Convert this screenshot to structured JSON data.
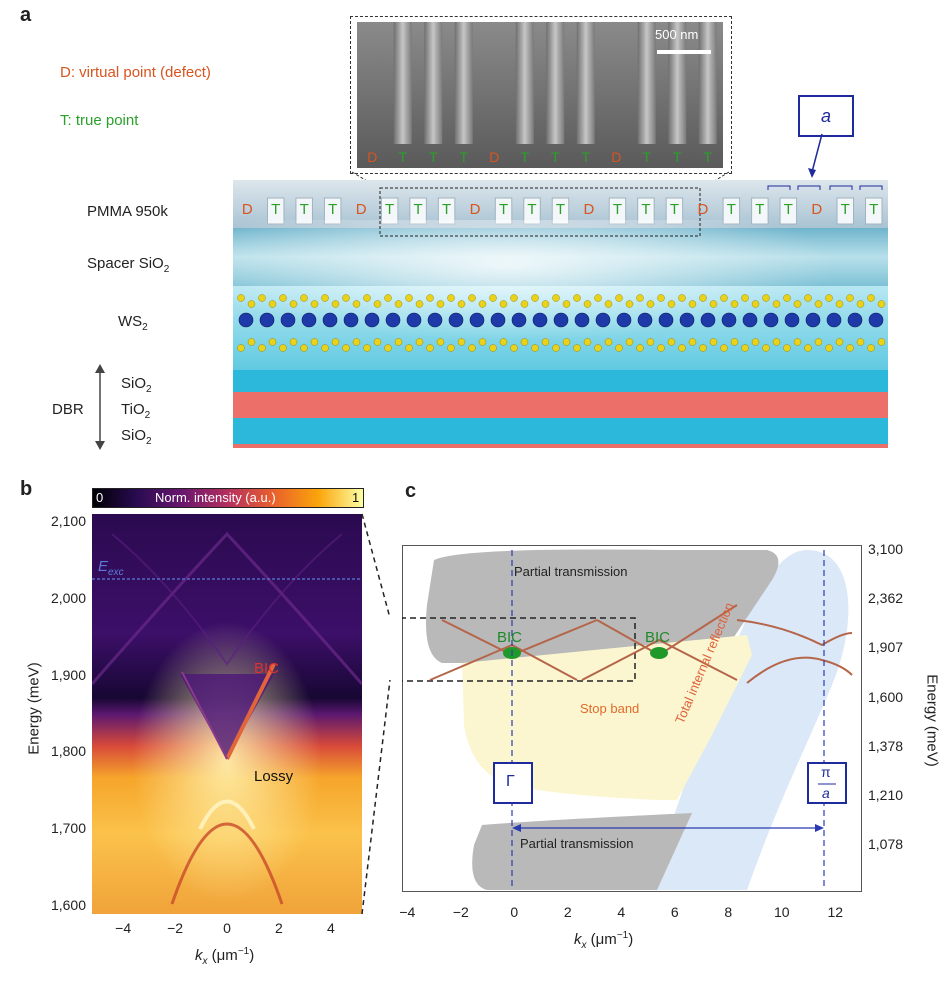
{
  "panel_a": {
    "letter": "a",
    "legend_d": "D: virtual point (defect)",
    "legend_t": "T: true point",
    "sem_scale": "500 nm",
    "sem_letters": [
      "D",
      "T",
      "T",
      "T",
      "D",
      "T",
      "T",
      "T",
      "D",
      "T",
      "T",
      "T"
    ],
    "pmma_letters": [
      "D",
      "T",
      "T",
      "T",
      "D",
      "T",
      "T",
      "T",
      "D",
      "T",
      "T",
      "T",
      "D",
      "T",
      "T",
      "T",
      "D",
      "T",
      "T",
      "T",
      "D",
      "T",
      "T"
    ],
    "period_label": "a",
    "layers": {
      "pmma": "PMMA 950k",
      "spacer_main": "Spacer SiO",
      "spacer_sub": "2",
      "ws_main": "WS",
      "ws_sub": "2",
      "dbr": "DBR",
      "dbr_1_main": "SiO",
      "dbr_1_sub": "2",
      "dbr_2_main": "TiO",
      "dbr_2_sub": "2",
      "dbr_3_main": "SiO",
      "dbr_3_sub": "2"
    },
    "colors": {
      "defect": "#d9541e",
      "true": "#2aa02a",
      "accent_blue": "#1e2b9c"
    }
  },
  "panel_b": {
    "letter": "b",
    "colorbar_min": "0",
    "colorbar_title": "Norm. intensity (a.u.)",
    "colorbar_max": "1",
    "eexc_main": "E",
    "eexc_sub": "exc",
    "bic_label": "BIC",
    "lossy_label": "Lossy",
    "ylabel": "Energy (meV)",
    "xlabel_k": "k",
    "xlabel_sub": "x",
    "xlabel_unit": " (μm",
    "xlabel_sup": "−1",
    "xlabel_close": ")",
    "yticks": [
      "2,100",
      "2,000",
      "1,900",
      "1,800",
      "1,700",
      "1,600"
    ],
    "xticks": [
      "−4",
      "−2",
      "0",
      "2",
      "4"
    ]
  },
  "panel_c": {
    "letter": "c",
    "partial_top": "Partial transmission",
    "partial_bottom": "Partial transmission",
    "stop_band": "Stop band",
    "tir": "Total internal reflection",
    "bic_1": "BIC",
    "bic_2": "BIC",
    "gamma": "Γ",
    "pi": "π",
    "pi_den": "a",
    "ylabel": "Energy (meV)",
    "xlabel_k": "k",
    "xlabel_sub": "x",
    "xlabel_unit": " (μm",
    "xlabel_sup": "−1",
    "xlabel_close": ")",
    "xticks": [
      "−4",
      "−2",
      "0",
      "2",
      "4",
      "6",
      "8",
      "10",
      "12"
    ],
    "yticks": [
      "3,100",
      "2,362",
      "1,907",
      "1,600",
      "1,378",
      "1,210",
      "1,078"
    ]
  },
  "chart_data": [
    {
      "type": "heatmap",
      "title": "",
      "xlabel": "kx (μm−1)",
      "ylabel": "Energy (meV)",
      "xlim": [
        -5.2,
        5.2
      ],
      "ylim": [
        1590,
        2110
      ],
      "colorbar": {
        "min": 0,
        "max": 1,
        "label": "Norm. intensity (a.u.)"
      },
      "annotations": [
        {
          "text": "Eexc",
          "energy": 2025
        },
        {
          "text": "BIC",
          "x": 1.2,
          "y": 1885
        },
        {
          "text": "Lossy",
          "x": 2.2,
          "y": 1775
        }
      ]
    },
    {
      "type": "line",
      "title": "",
      "xlabel": "kx (μm−1)",
      "ylabel": "Energy (meV)",
      "xlim": [
        -4.2,
        13
      ],
      "xticks": [
        -4,
        -2,
        0,
        2,
        4,
        6,
        8,
        10,
        12
      ],
      "yticks": [
        3100,
        2362,
        1907,
        1600,
        1378,
        1210,
        1078
      ],
      "markers": [
        {
          "label": "Γ",
          "x": 0
        },
        {
          "label": "π/a",
          "x": 11.4
        },
        {
          "label": "BIC",
          "x": 0
        },
        {
          "label": "BIC",
          "x": 5.3
        }
      ]
    }
  ]
}
